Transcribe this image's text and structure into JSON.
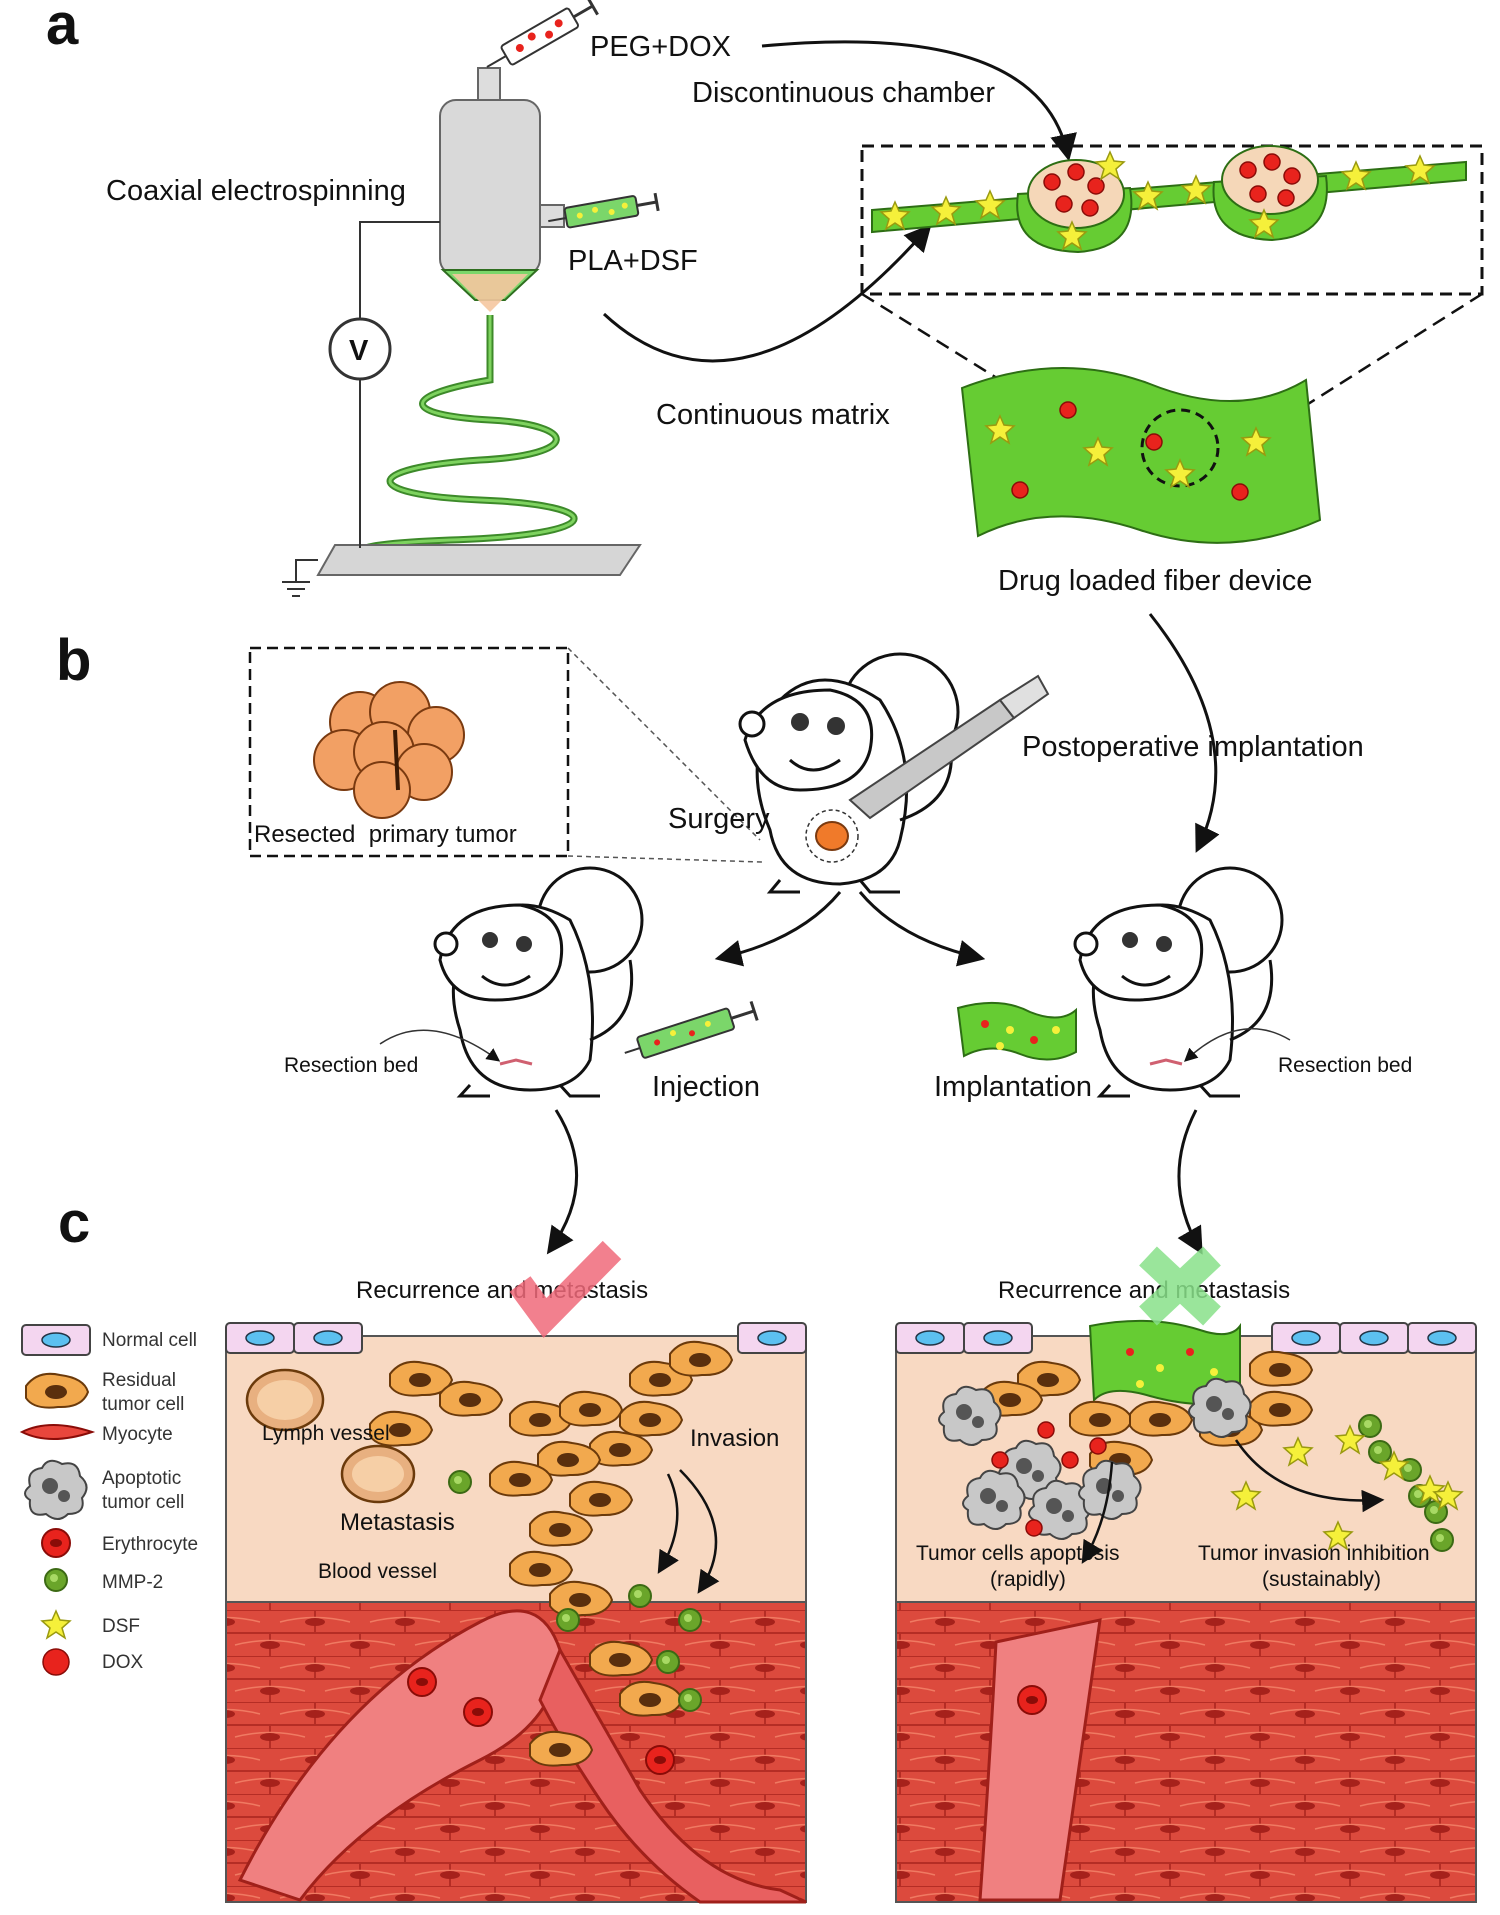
{
  "panel_a": {
    "letter": "a",
    "syringe_top": "PEG+DOX",
    "syringe_side": "PLA+DSF",
    "process": "Coaxial electrospinning",
    "voltage": "V",
    "chamber": "Discontinuous chamber",
    "matrix": "Continuous matrix",
    "device": "Drug loaded fiber device"
  },
  "panel_b": {
    "letter": "b",
    "tumor": "Resected  primary tumor",
    "surgery": "Surgery",
    "postop": "Postoperative implantation",
    "bed_left": "Resection bed",
    "bed_right": "Resection bed",
    "injection": "Injection",
    "implantation": "Implantation"
  },
  "panel_c": {
    "letter": "c",
    "left_title": "Recurrence and metastasis",
    "right_title": "Recurrence and metastasis",
    "lymph": "Lymph vessel",
    "metastasis": "Metastasis",
    "blood": "Blood vessel",
    "invasion": "Invasion",
    "apoptosis_line1": "Tumor cells apoptosis",
    "apoptosis_line2": "(rapidly)",
    "inhibition_line1": "Tumor invasion inhibition",
    "inhibition_line2": "(sustainably)"
  },
  "legend": {
    "normal": "Normal cell",
    "residual_line1": "Residual",
    "residual_line2": "tumor cell",
    "myocyte": "Myocyte",
    "apoptotic_line1": "Apoptotic",
    "apoptotic_line2": "tumor cell",
    "erythrocyte": "Erythrocyte",
    "mmp": "MMP-2",
    "dsf": "DSF",
    "dox": "DOX"
  },
  "colors": {
    "fiber_green": "#66cc33",
    "tissue": "#f8d9c2",
    "muscle": "#d94538",
    "tumor_orange": "#f2a94e",
    "dox_red": "#e8231d",
    "dsf_yellow": "#f5f03a",
    "mmp_green": "#6aa52a",
    "check_pink": "#f06a7a",
    "cross_green": "#88e08a"
  }
}
